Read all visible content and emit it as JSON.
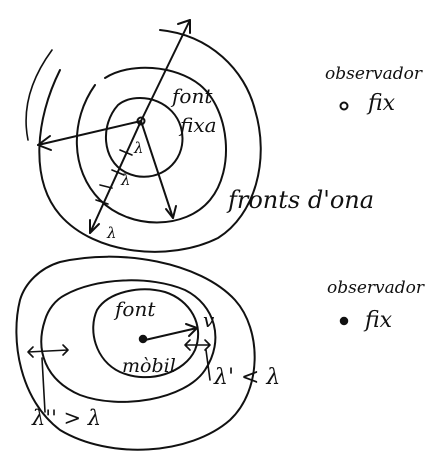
{
  "top_panel": {
    "source_label": "font\nfixa",
    "wavelength_label": "λ",
    "wavelength_label_2": "λ",
    "wavelength_label_3": "λ",
    "observer_title": "observador",
    "observer_state": "fix"
  },
  "middle": {
    "wavefronts_label": "fronts d'ona"
  },
  "bottom_panel": {
    "source_label_top": "font",
    "source_label_bottom": "mòbil",
    "velocity_label": "v",
    "front_wavelength_label": "λ' < λ",
    "back_wavelength_label": "λ'' > λ",
    "observer_title": "observador",
    "observer_state": "fix"
  },
  "colors": {
    "ink": "#111111",
    "background": "#ffffff"
  }
}
